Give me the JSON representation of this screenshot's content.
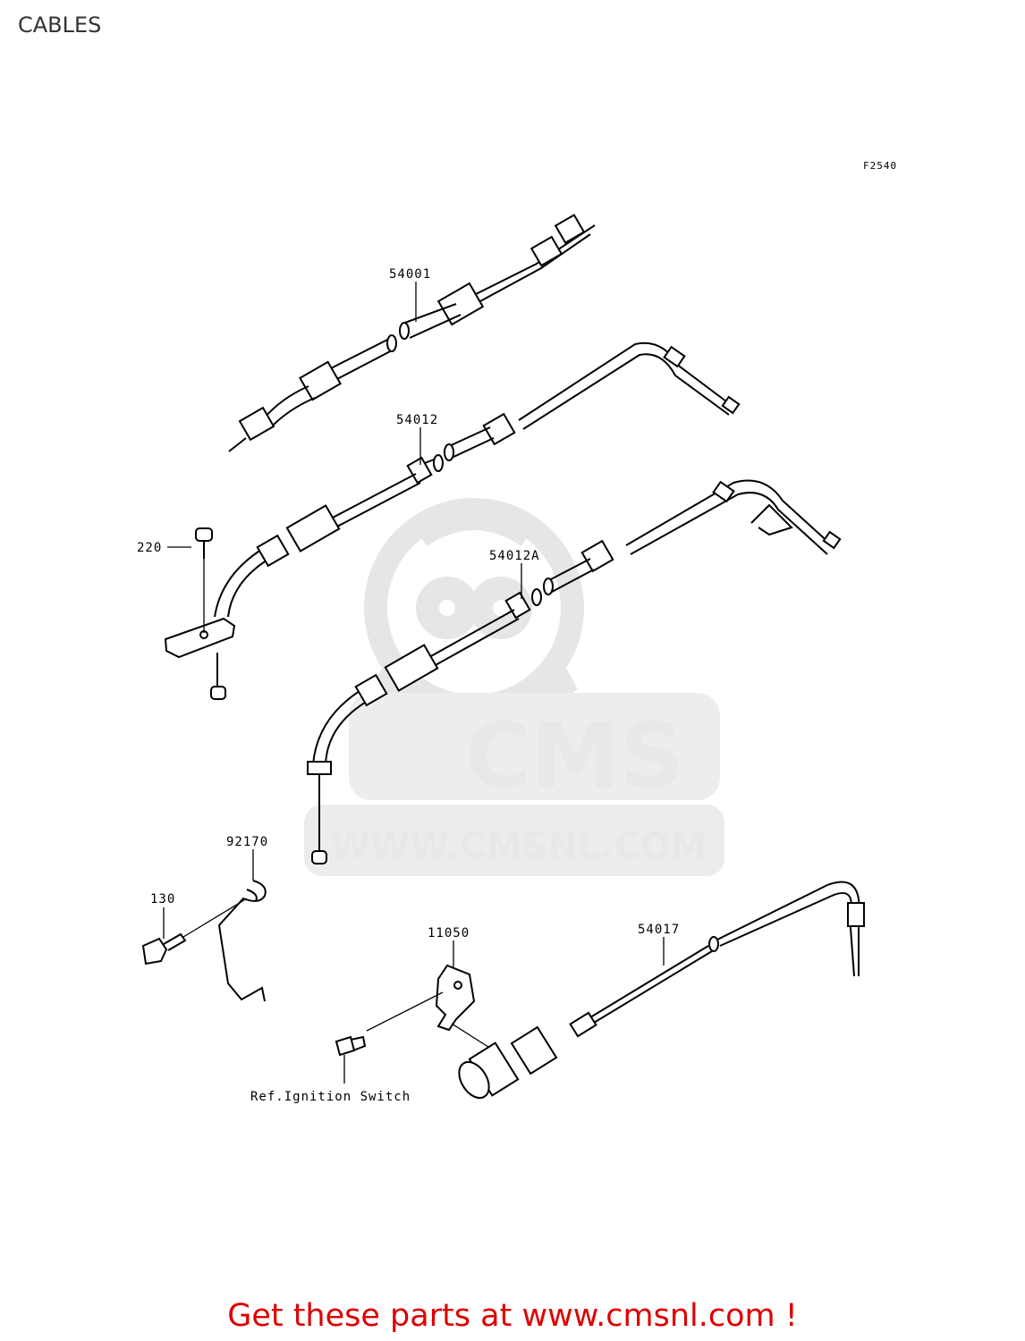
{
  "page": {
    "title": "CABLES",
    "figure_code": "F2540"
  },
  "parts": [
    {
      "id": "p-54001",
      "label": "54001"
    },
    {
      "id": "p-54012",
      "label": "54012"
    },
    {
      "id": "p-220",
      "label": "220"
    },
    {
      "id": "p-54012A",
      "label": "54012A"
    },
    {
      "id": "p-92170",
      "label": "92170"
    },
    {
      "id": "p-130",
      "label": "130"
    },
    {
      "id": "p-11050",
      "label": "11050"
    },
    {
      "id": "p-54017",
      "label": "54017"
    }
  ],
  "reference_note": "Ref.Ignition Switch",
  "watermark": {
    "logo_text": "CMS",
    "url_text": "WWW.CMSNL.COM"
  },
  "footer": {
    "link_text": "Get these parts at www.cmsnl.com !"
  },
  "colors": {
    "footer_link": "#dd0000",
    "watermark": "#e8e8e8",
    "line": "#000000"
  }
}
